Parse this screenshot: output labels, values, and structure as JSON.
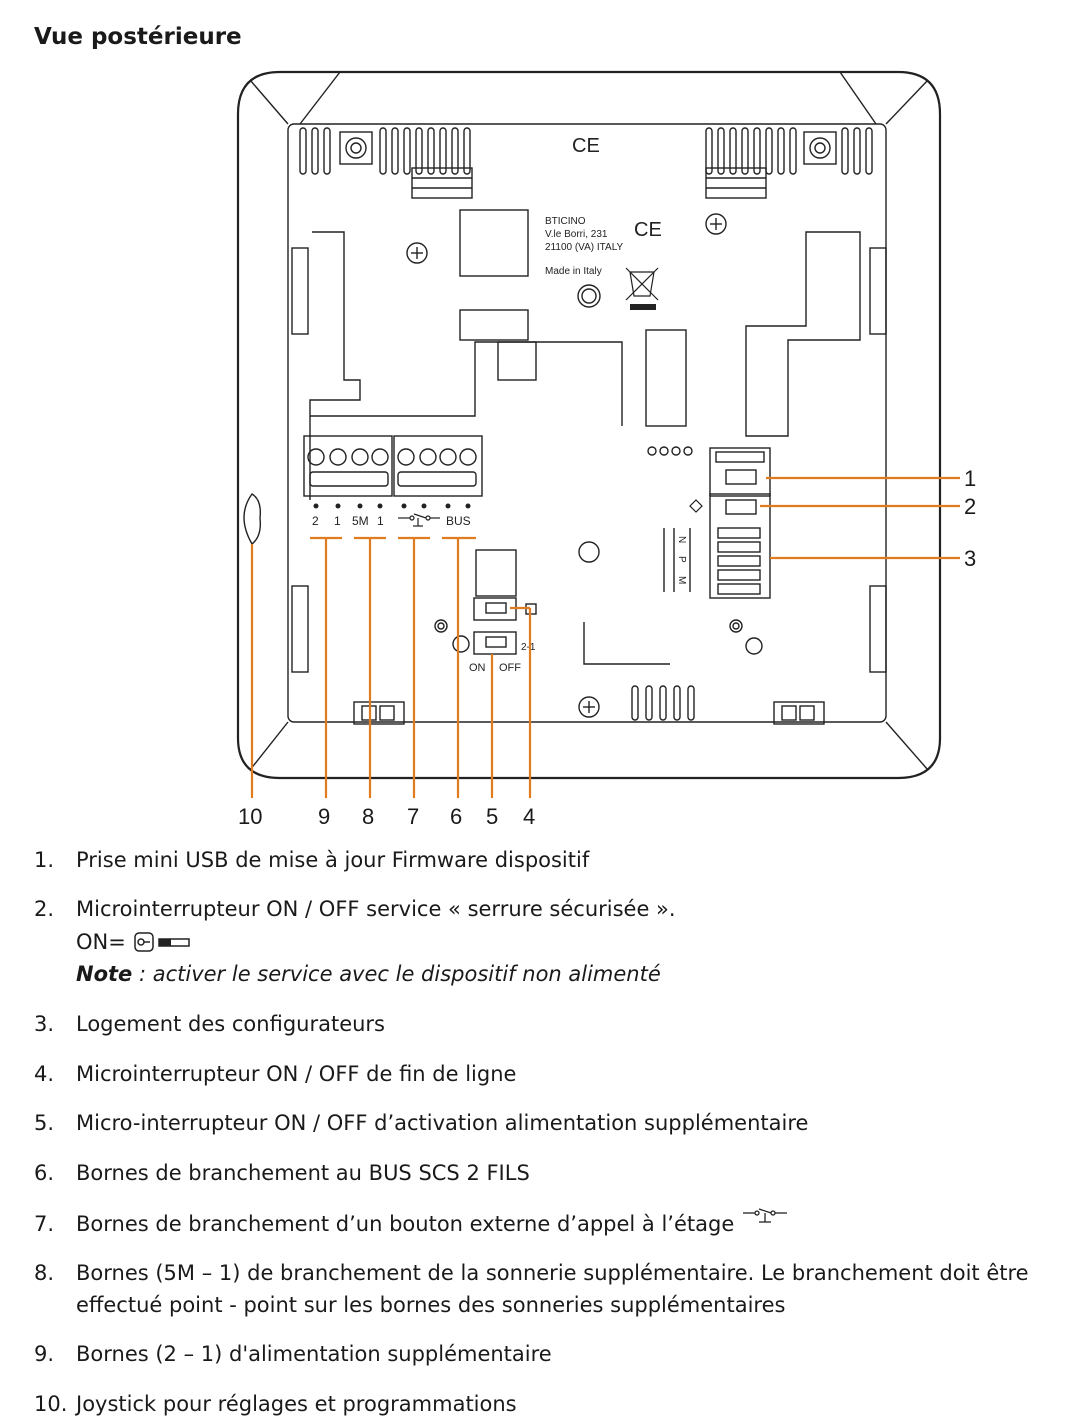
{
  "title": "Vue postérieure",
  "device_labels": {
    "maker": "BTICINO",
    "street": "V.le Borri, 231",
    "city": "21100 (VA) ITALY",
    "origin": "Made in Italy",
    "ce": "CE",
    "terminals": [
      "2",
      "1",
      "5M",
      "1",
      "BUS"
    ],
    "switch_on": "ON",
    "switch_off": "OFF",
    "switch_2_1": "2-1",
    "config_letters": [
      "N",
      "P",
      "M"
    ]
  },
  "callouts": [
    "1",
    "2",
    "3",
    "4",
    "5",
    "6",
    "7",
    "8",
    "9",
    "10"
  ],
  "legend": [
    {
      "num": "1.",
      "text": "Prise mini USB de mise à jour Firmware dispositif"
    },
    {
      "num": "2.",
      "text": "Microinterrupteur ON / OFF service « serrure sécurisée ».",
      "on_prefix": "ON=",
      "note_label": "Note",
      "note_text": " : activer le service avec le dispositif non alimenté"
    },
    {
      "num": "3.",
      "text": "Logement des configurateurs"
    },
    {
      "num": "4.",
      "text": "Microinterrupteur ON / OFF de fin de ligne"
    },
    {
      "num": "5.",
      "text": "Micro-interrupteur ON / OFF d’activation alimentation supplémentaire"
    },
    {
      "num": "6.",
      "text": "Bornes de branchement au BUS SCS 2 FILS"
    },
    {
      "num": "7.",
      "text": "Bornes de branchement d’un bouton externe d’appel à l’étage"
    },
    {
      "num": "8.",
      "text": "Bornes (5M – 1) de branchement de la sonnerie supplémentaire. Le branchement doit être",
      "text2": "effectué point - point sur les bornes des sonneries supplémentaires"
    },
    {
      "num": "9.",
      "text": "Bornes (2 – 1) d'alimentation supplémentaire"
    },
    {
      "num": "10.",
      "text": "Joystick pour réglages et programmations"
    }
  ],
  "colors": {
    "callout": "#e07b1f",
    "line": "#222222"
  }
}
